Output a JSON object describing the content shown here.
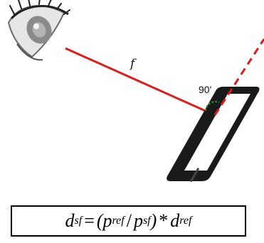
{
  "diagram": {
    "distance_label": "f",
    "angle_label": "90'",
    "formula": {
      "lhs": "d",
      "lhs_sub": "sf",
      "equals": "=",
      "open_paren": "(",
      "term1": "p",
      "term1_sub": "ref",
      "divide": "/",
      "term2": "p",
      "term2_sub": "sf",
      "close_paren": ")",
      "times": "*",
      "term3": "d",
      "term3_sub": "ref"
    }
  },
  "colors": {
    "sight_line": "#e01b1b",
    "right_angle_marker": "#2e8b2e",
    "phone_body": "#1a1a1a",
    "eye_gray": "#8a8a8a"
  }
}
